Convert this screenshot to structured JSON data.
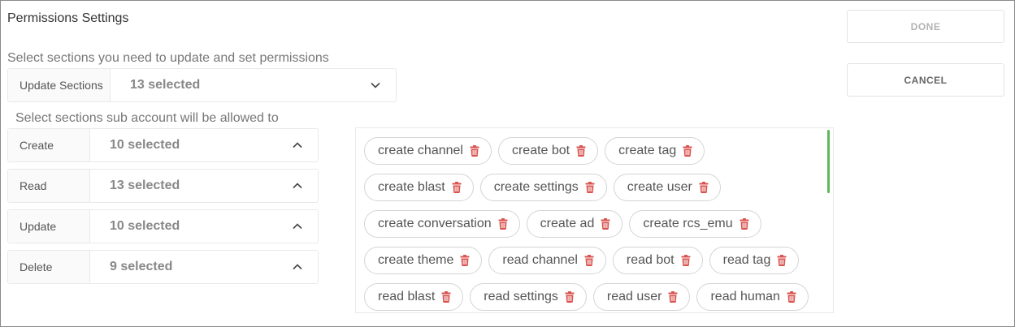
{
  "header": {
    "title": "Permissions Settings"
  },
  "actions": {
    "done_label": "DONE",
    "cancel_label": "CANCEL"
  },
  "update_sections": {
    "hint": "Select sections you need to update and set permissions",
    "label": "Update Sections",
    "value": "13 selected"
  },
  "sub_account": {
    "hint": "Select sections sub account will be allowed to",
    "rows": [
      {
        "label": "Create",
        "value": "10 selected"
      },
      {
        "label": "Read",
        "value": "13 selected"
      },
      {
        "label": "Update",
        "value": "10 selected"
      },
      {
        "label": "Delete",
        "value": "9 selected"
      }
    ]
  },
  "chips": [
    [
      "create channel",
      "create bot",
      "create tag"
    ],
    [
      "create blast",
      "create settings",
      "create user"
    ],
    [
      "create conversation",
      "create ad",
      "create rcs_emu"
    ],
    [
      "create theme",
      "read channel",
      "read bot",
      "read tag"
    ],
    [
      "read blast",
      "read settings",
      "read user",
      "read human"
    ]
  ],
  "icons": {
    "chevron_down": "chevron-down-icon",
    "chevron_up": "chevron-up-icon",
    "delete": "trash-icon"
  },
  "colors": {
    "trash": "#d9534f",
    "scroll_thumb": "#5cb85c",
    "border": "#e9e9e9"
  }
}
